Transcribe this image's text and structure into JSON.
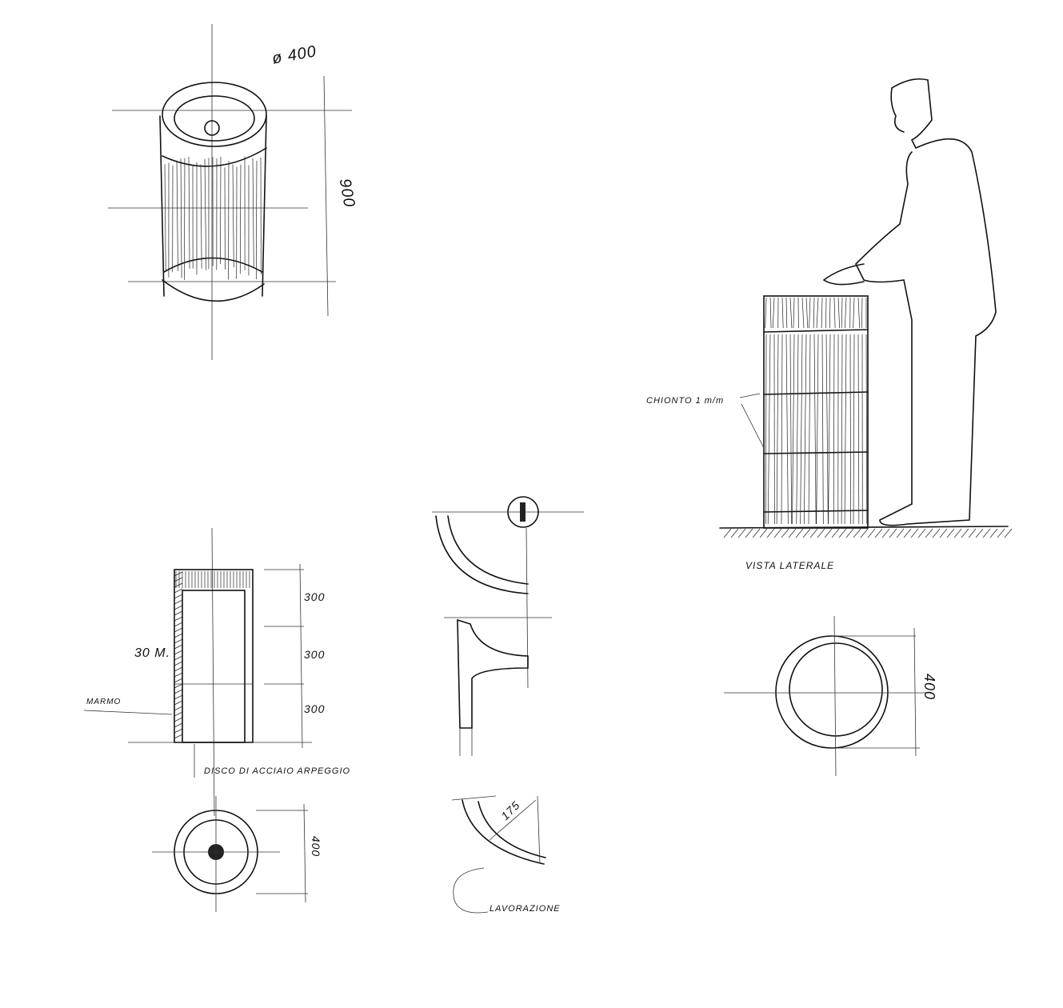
{
  "perspective_sketch": {
    "diameter_label": "ø 400",
    "height_label": "900"
  },
  "section_sketch": {
    "segment_labels": [
      "300",
      "300",
      "300"
    ],
    "thickness_label": "30 M.",
    "material_label": "MARMO",
    "base_label": "DISCO DI ACCIAIO ARPEGGIO"
  },
  "plan_small": {
    "diameter_label": "400"
  },
  "detail_sketch": {
    "radius_label": "175",
    "note_label": "LAVORAZIONE"
  },
  "side_view": {
    "nail_label": "CHIONTO 1 m/m",
    "title": "VISTA LATERALE"
  },
  "plan_large": {
    "diameter_label": "400"
  },
  "colors": {
    "ink": "#111111",
    "paper": "#ffffff"
  }
}
